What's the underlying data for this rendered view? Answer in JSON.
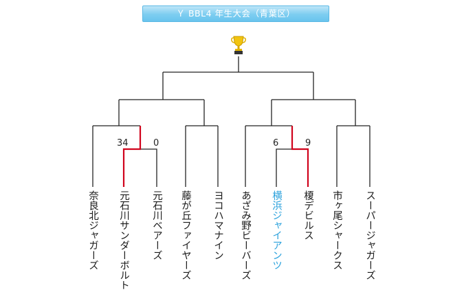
{
  "title": "Ｙ BBL4 年生大会（青葉区）",
  "colors": {
    "banner": "#6ec6ee",
    "line": "#222222",
    "winner_line": "#d0021b",
    "highlight_team": "#2aa1dc"
  },
  "trophy_icon": "trophy-icon",
  "teams": [
    {
      "name": "奈良北ジャガーズ",
      "highlight": false
    },
    {
      "name": "元石川サンダーボルト",
      "highlight": false
    },
    {
      "name": "元石川ベアーズ",
      "highlight": false
    },
    {
      "name": "藤が丘ファイヤーズ",
      "highlight": false
    },
    {
      "name": "ヨコハマナイン",
      "highlight": false
    },
    {
      "name": "あざみ野ビーバーズ",
      "highlight": false
    },
    {
      "name": "横浜ジャイアンツ",
      "highlight": true
    },
    {
      "name": "榎デビルス",
      "highlight": false
    },
    {
      "name": "市ヶ尾シャークス",
      "highlight": false
    },
    {
      "name": "スーパージャガーズ",
      "highlight": false
    }
  ],
  "matches": [
    {
      "team_a": "元石川サンダーボルト",
      "score_a": "34",
      "team_b": "元石川ベアーズ",
      "score_b": "0",
      "winner": "元石川サンダーボルト"
    },
    {
      "team_a": "横浜ジャイアンツ",
      "score_a": "6",
      "team_b": "榎デビルス",
      "score_b": "9",
      "winner": "榎デビルス"
    }
  ]
}
